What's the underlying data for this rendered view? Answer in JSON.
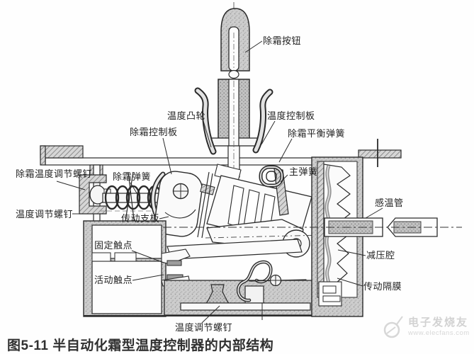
{
  "figure": {
    "caption": "图5-11 半自动化霜型温度控制器的内部结构"
  },
  "watermark": {
    "brand": "电子发烧友",
    "url": "www.elecfans.com"
  },
  "labels": [
    {
      "id": "defrost-button",
      "text": "除霜按钮"
    },
    {
      "id": "temperature-cam",
      "text": "温度凸轮"
    },
    {
      "id": "temperature-control-board",
      "text": "温度控制板"
    },
    {
      "id": "defrost-control-board",
      "text": "除霜控制板"
    },
    {
      "id": "defrost-balance-spring",
      "text": "除霜平衡弹簧"
    },
    {
      "id": "main-spring",
      "text": "主弹簧"
    },
    {
      "id": "defrost-temp-adjust-screw",
      "text": "除霜温度调节螺钉"
    },
    {
      "id": "defrost-spring",
      "text": "除霜弹簧"
    },
    {
      "id": "temp-adjust-screw-left",
      "text": "温度调节螺钉"
    },
    {
      "id": "drive-support-plate",
      "text": "传动支板"
    },
    {
      "id": "fixed-contact",
      "text": "固定触点"
    },
    {
      "id": "movable-contact",
      "text": "活动触点"
    },
    {
      "id": "sensing-tube",
      "text": "感温管"
    },
    {
      "id": "pressure-reducing-chamber",
      "text": "减压腔"
    },
    {
      "id": "drive-diaphragm",
      "text": "传动隔膜"
    },
    {
      "id": "temp-adjust-screw-bottom",
      "text": "温度调节螺钉"
    }
  ],
  "colors": {
    "line": "#2b2b2b",
    "body_gray": "#cdcdcd",
    "label_text": "#242424",
    "caption_text": "#303030",
    "watermark": "#d5d5d5"
  }
}
